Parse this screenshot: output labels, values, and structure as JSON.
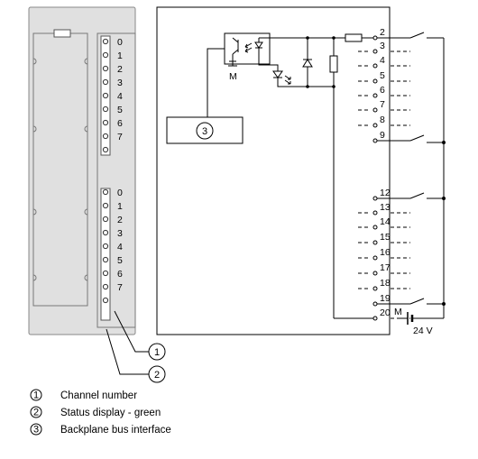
{
  "module": {
    "channels_top": [
      "0",
      "1",
      "2",
      "3",
      "4",
      "5",
      "6",
      "7"
    ],
    "channels_bottom": [
      "0",
      "1",
      "2",
      "3",
      "4",
      "5",
      "6",
      "7"
    ]
  },
  "circuit": {
    "backplane_callout": "3",
    "ground_label": "M",
    "terminals_group1": [
      "2",
      "3",
      "4",
      "5",
      "6",
      "7",
      "8",
      "9"
    ],
    "terminals_group2": [
      "12",
      "13",
      "14",
      "15",
      "16",
      "17",
      "18",
      "19"
    ],
    "terminal_20": "20",
    "supply_ground_label": "M",
    "supply_voltage": "24 V"
  },
  "callouts": {
    "one": "1",
    "two": "2"
  },
  "legend": [
    {
      "number": "1",
      "text": "Channel number"
    },
    {
      "number": "2",
      "text": "Status display - green"
    },
    {
      "number": "3",
      "text": "Backplane bus interface"
    }
  ]
}
